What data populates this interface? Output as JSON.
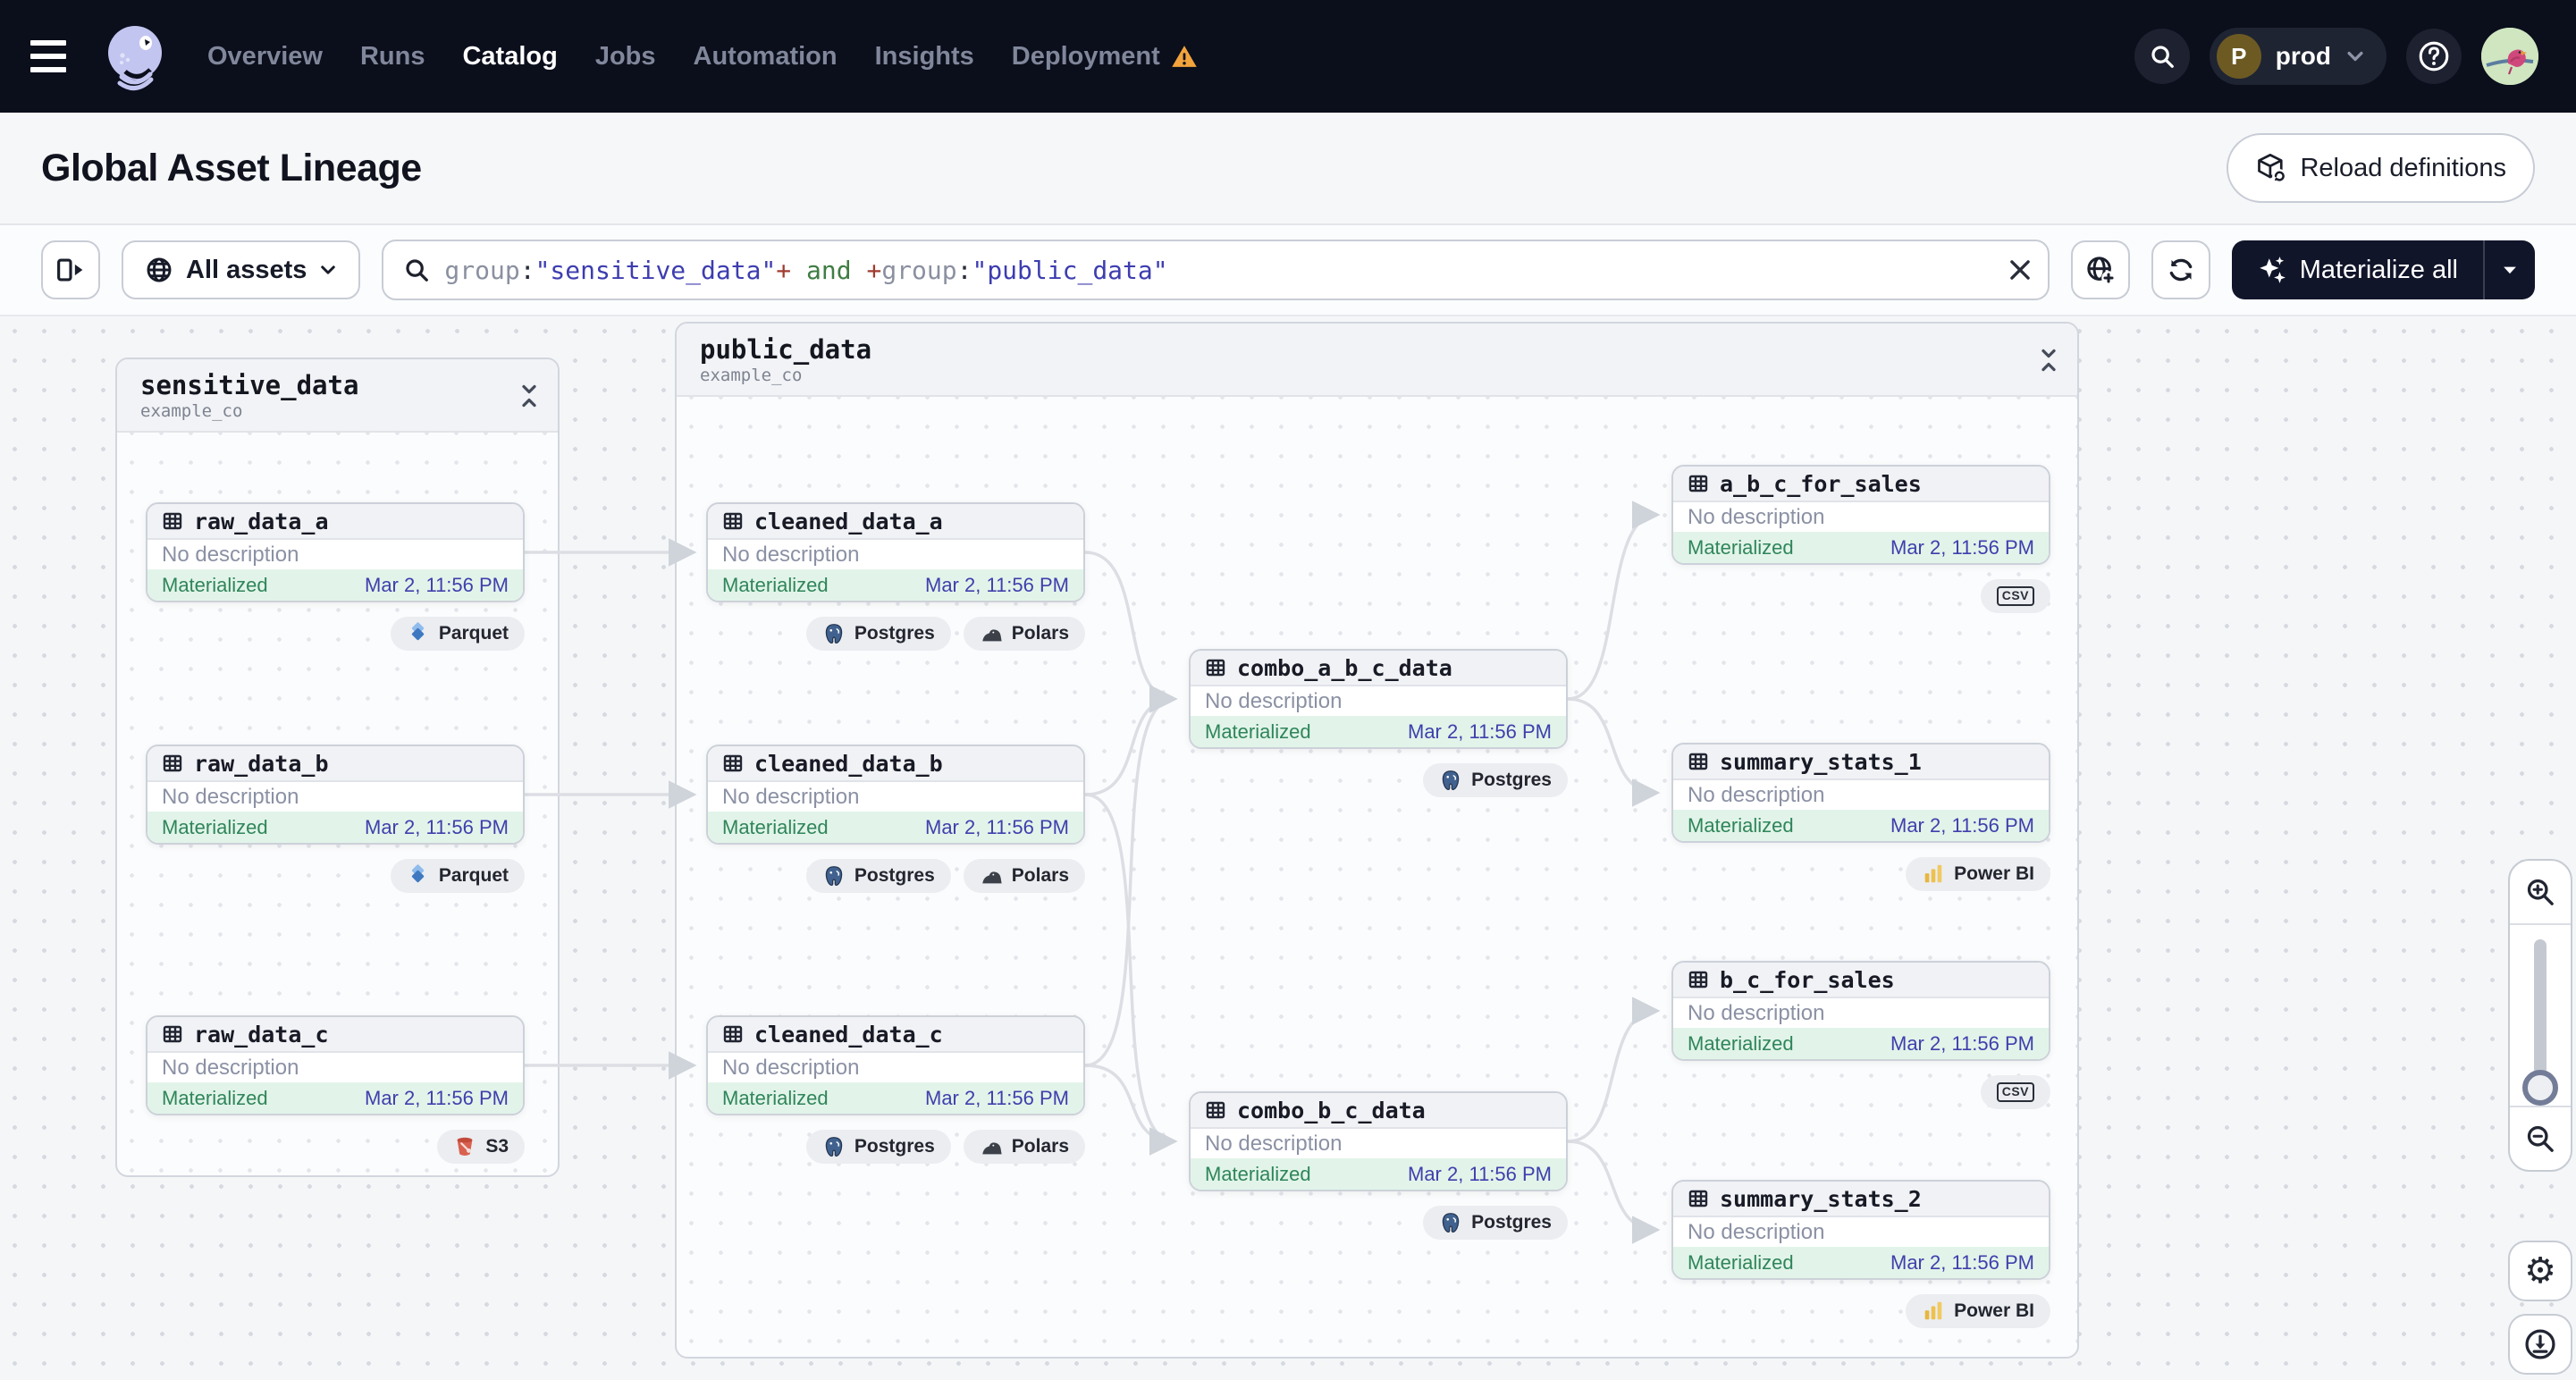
{
  "colors": {
    "nav_bg": "#0b0e1b",
    "dark_button": "#11152a",
    "materialized_green": "#2f855a",
    "materialized_bg": "#e2f4e9",
    "timestamp_indigo": "#3f3fad",
    "query_string": "#3d3db0",
    "query_operator": "#a03c30",
    "query_keyword": "#3f7d44",
    "query_field": "#8b90a0",
    "warning_orange": "#f2a33c",
    "edge_gray": "#d9dce2"
  },
  "nav": {
    "menu": [
      {
        "label": "Overview",
        "active": false
      },
      {
        "label": "Runs",
        "active": false
      },
      {
        "label": "Catalog",
        "active": true
      },
      {
        "label": "Jobs",
        "active": false
      },
      {
        "label": "Automation",
        "active": false
      },
      {
        "label": "Insights",
        "active": false
      },
      {
        "label": "Deployment",
        "active": false,
        "warning": true
      }
    ],
    "deployment_switcher": {
      "initial": "P",
      "label": "prod"
    },
    "icons": [
      "hamburger-icon",
      "dagster-logo",
      "search-icon",
      "help-icon",
      "user-avatar"
    ]
  },
  "header": {
    "title": "Global Asset Lineage",
    "reload_button_label": "Reload definitions",
    "reload_icon": "cube-reload-icon"
  },
  "toolbar": {
    "panel_icon": "expand-panel-icon",
    "filter_button_label": "All assets",
    "filter_icon": "globe-icon",
    "query_segments": [
      {
        "text": "group",
        "type": "field"
      },
      {
        "text": ":",
        "type": "punct"
      },
      {
        "text": "\"sensitive_data\"",
        "type": "string"
      },
      {
        "text": "+",
        "type": "operator"
      },
      {
        "text": " and ",
        "type": "keyword"
      },
      {
        "text": "+",
        "type": "operator"
      },
      {
        "text": "group",
        "type": "field"
      },
      {
        "text": ":",
        "type": "punct"
      },
      {
        "text": "\"public_data\"",
        "type": "string"
      }
    ],
    "clear_icon": "close-icon",
    "globe_add_icon": "globe-add-icon",
    "refresh_icon": "refresh-icon",
    "materialize_button_label": "Materialize all",
    "materialize_icon": "sparkles-icon"
  },
  "groups": [
    {
      "name": "sensitive_data",
      "subtitle": "example_co",
      "assets": [
        {
          "name": "raw_data_a",
          "description": "No description",
          "status": "Materialized",
          "timestamp": "Mar 2, 11:56 PM",
          "tags": [
            {
              "label": "Parquet",
              "icon": "parquet-icon"
            }
          ]
        },
        {
          "name": "raw_data_b",
          "description": "No description",
          "status": "Materialized",
          "timestamp": "Mar 2, 11:56 PM",
          "tags": [
            {
              "label": "Parquet",
              "icon": "parquet-icon"
            }
          ]
        },
        {
          "name": "raw_data_c",
          "description": "No description",
          "status": "Materialized",
          "timestamp": "Mar 2, 11:56 PM",
          "tags": [
            {
              "label": "S3",
              "icon": "s3-icon"
            }
          ]
        }
      ]
    },
    {
      "name": "public_data",
      "subtitle": "example_co",
      "assets": [
        {
          "name": "cleaned_data_a",
          "description": "No description",
          "status": "Materialized",
          "timestamp": "Mar 2, 11:56 PM",
          "tags": [
            {
              "label": "Postgres",
              "icon": "postgres-icon"
            },
            {
              "label": "Polars",
              "icon": "polars-icon"
            }
          ]
        },
        {
          "name": "cleaned_data_b",
          "description": "No description",
          "status": "Materialized",
          "timestamp": "Mar 2, 11:56 PM",
          "tags": [
            {
              "label": "Postgres",
              "icon": "postgres-icon"
            },
            {
              "label": "Polars",
              "icon": "polars-icon"
            }
          ]
        },
        {
          "name": "cleaned_data_c",
          "description": "No description",
          "status": "Materialized",
          "timestamp": "Mar 2, 11:56 PM",
          "tags": [
            {
              "label": "Postgres",
              "icon": "postgres-icon"
            },
            {
              "label": "Polars",
              "icon": "polars-icon"
            }
          ]
        },
        {
          "name": "combo_a_b_c_data",
          "description": "No description",
          "status": "Materialized",
          "timestamp": "Mar 2, 11:56 PM",
          "tags": [
            {
              "label": "Postgres",
              "icon": "postgres-icon"
            }
          ]
        },
        {
          "name": "combo_b_c_data",
          "description": "No description",
          "status": "Materialized",
          "timestamp": "Mar 2, 11:56 PM",
          "tags": [
            {
              "label": "Postgres",
              "icon": "postgres-icon"
            }
          ]
        },
        {
          "name": "a_b_c_for_sales",
          "description": "No description",
          "status": "Materialized",
          "timestamp": "Mar 2, 11:56 PM",
          "tags": [
            {
              "label": "CSV",
              "icon": "csv-icon"
            }
          ]
        },
        {
          "name": "summary_stats_1",
          "description": "No description",
          "status": "Materialized",
          "timestamp": "Mar 2, 11:56 PM",
          "tags": [
            {
              "label": "Power BI",
              "icon": "powerbi-icon"
            }
          ]
        },
        {
          "name": "b_c_for_sales",
          "description": "No description",
          "status": "Materialized",
          "timestamp": "Mar 2, 11:56 PM",
          "tags": [
            {
              "label": "CSV",
              "icon": "csv-icon"
            }
          ]
        },
        {
          "name": "summary_stats_2",
          "description": "No description",
          "status": "Materialized",
          "timestamp": "Mar 2, 11:56 PM",
          "tags": [
            {
              "label": "Power BI",
              "icon": "powerbi-icon"
            }
          ]
        }
      ]
    }
  ],
  "edges": [
    {
      "source": "raw_data_a",
      "target": "cleaned_data_a"
    },
    {
      "source": "raw_data_b",
      "target": "cleaned_data_b"
    },
    {
      "source": "raw_data_c",
      "target": "cleaned_data_c"
    },
    {
      "source": "cleaned_data_a",
      "target": "combo_a_b_c_data"
    },
    {
      "source": "cleaned_data_b",
      "target": "combo_a_b_c_data"
    },
    {
      "source": "cleaned_data_c",
      "target": "combo_a_b_c_data"
    },
    {
      "source": "cleaned_data_b",
      "target": "combo_b_c_data"
    },
    {
      "source": "cleaned_data_c",
      "target": "combo_b_c_data"
    },
    {
      "source": "combo_a_b_c_data",
      "target": "a_b_c_for_sales"
    },
    {
      "source": "combo_a_b_c_data",
      "target": "summary_stats_1"
    },
    {
      "source": "combo_b_c_data",
      "target": "b_c_for_sales"
    },
    {
      "source": "combo_b_c_data",
      "target": "summary_stats_2"
    }
  ],
  "zoom_panel": {
    "icons": [
      "zoom-in-icon",
      "zoom-slider",
      "zoom-out-icon",
      "settings-gear-icon",
      "recenter-icon"
    ]
  }
}
